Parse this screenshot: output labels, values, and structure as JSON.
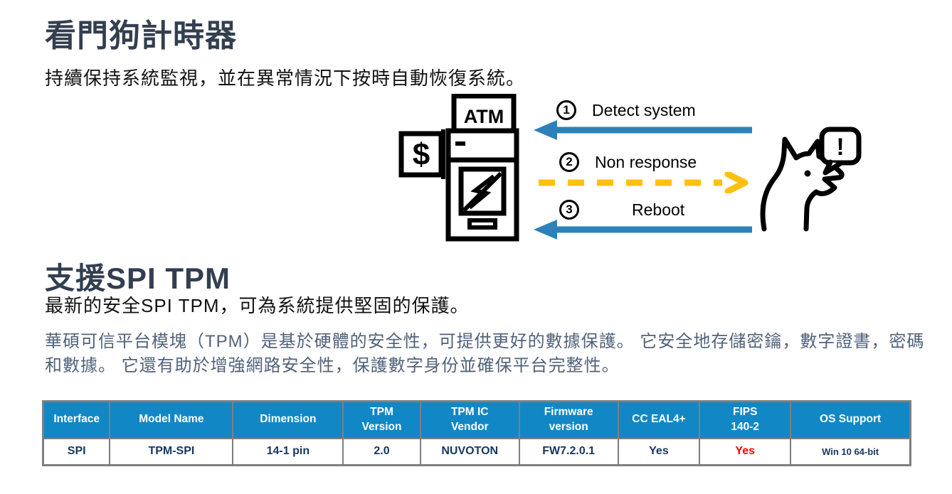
{
  "watchdog": {
    "title": "看門狗計時器",
    "subtitle": "持續保持系統監視，並在異常情況下按時自動恢復系統。"
  },
  "diagram": {
    "atm_label": "ATM",
    "dollar_sign": "$",
    "alert_mark": "!",
    "steps": [
      {
        "num": "1",
        "label": "Detect system",
        "arrow": "blue-solid-left"
      },
      {
        "num": "2",
        "label": "Non response",
        "arrow": "yellow-dashed-right"
      },
      {
        "num": "3",
        "label": "Reboot",
        "arrow": "blue-solid-left"
      }
    ],
    "colors": {
      "arrow_blue": "#2E81B8",
      "arrow_yellow": "#FFC010",
      "outline": "#000000"
    }
  },
  "tpm": {
    "title": "支援SPI TPM",
    "subtitle": "最新的安全SPI TPM，可為系統提供堅固的保護。",
    "paragraph": "華碩可信平台模塊（TPM）是基於硬體的安全性，可提供更好的數據保護。 它安全地存儲密鑰，數字證書，密碼和數據。 它還有助於增強網路安全性，保護數字身份並確保平台完整性。"
  },
  "table": {
    "headers": [
      "Interface",
      "Model Name",
      "Dimension",
      "TPM\nVersion",
      "TPM  IC\nVendor",
      "Firmware\nversion",
      "CC EAL4+",
      "FIPS\n140-2",
      "OS Support"
    ],
    "row": [
      "SPI",
      "TPM-SPI",
      "14-1 pin",
      "2.0",
      "NUVOTON",
      "FW7.2.0.1",
      "Yes",
      "Yes",
      "Win 10 64-bit"
    ],
    "colors": {
      "header_bg": "#1287C6",
      "header_text": "#FFFFFF",
      "cell_text": "#17375D",
      "highlight_text": "#FF0000",
      "border": "#7F7F7F"
    }
  }
}
